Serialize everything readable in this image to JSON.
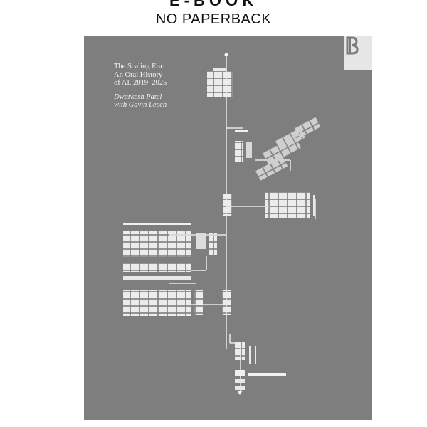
{
  "header": {
    "format_label": "E-BOOK",
    "availability_label": "NO PAPERBACK"
  },
  "cover": {
    "title_lines": [
      "The Scaling Era:",
      "An Oral History",
      "of AI, 2019–2025"
    ],
    "separator": "—",
    "author_lines": [
      "Dwarkesh Patel",
      "with Gavin Leech"
    ],
    "background_color": "#7e7e7e",
    "ink_color": "#f4f4f4",
    "logo_icon": "publisher-logo-icon"
  }
}
